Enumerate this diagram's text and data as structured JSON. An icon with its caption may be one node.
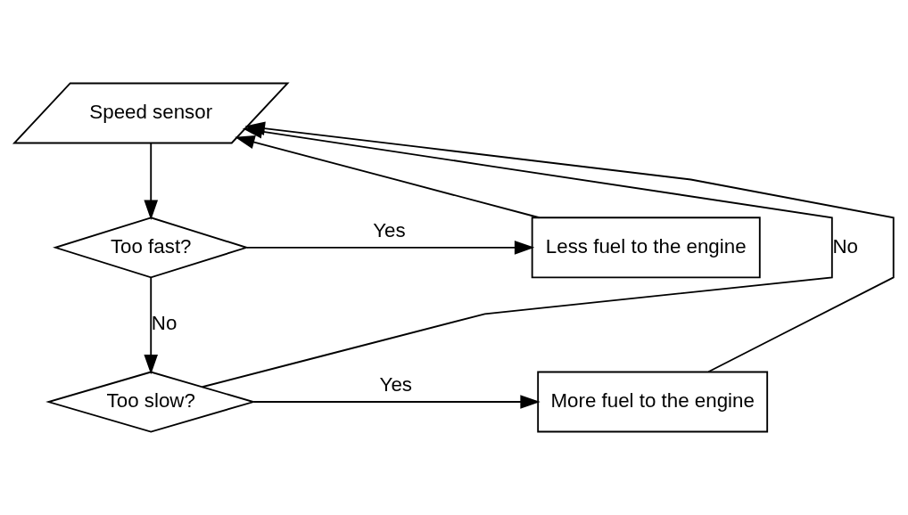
{
  "diagram": {
    "nodes": [
      {
        "text": [
          "Speed sensor"
        ]
      },
      {
        "text": [
          "Too fast?"
        ]
      },
      {
        "text": [
          "Less fuel to the engine"
        ]
      },
      {
        "text": [
          "Too slow?"
        ]
      },
      {
        "text": [
          "More fuel to the engine"
        ]
      }
    ],
    "edges": [
      {
        "from": 0,
        "to": 1,
        "arrow": "to"
      },
      {
        "from": 1,
        "to": 2,
        "arrow": "to",
        "label": "Yes"
      },
      {
        "from": 1,
        "to": 3,
        "arrow": "to",
        "label": "No"
      },
      {
        "from": 3,
        "to": 4,
        "arrow": "to",
        "label": "Yes"
      },
      {
        "from": 2,
        "to": 0,
        "arrow": "to"
      },
      {
        "from": 4,
        "to": 0,
        "arrow": "to"
      },
      {
        "from": 3,
        "to": 0,
        "arrow": "to",
        "label": "No"
      }
    ]
  }
}
